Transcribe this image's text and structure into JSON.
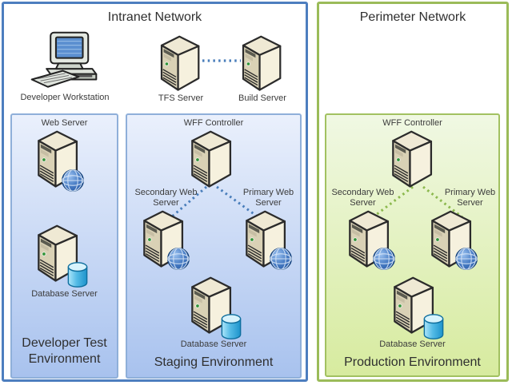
{
  "colors": {
    "intranet_border": "#4d7ebf",
    "perimeter_border": "#9bbb59",
    "blue_panel_top": "#eaf0fc",
    "blue_panel_bottom": "#a8c2ee",
    "blue_panel_border": "#8fafd9",
    "green_panel_top": "#f0f8e3",
    "green_panel_bottom": "#d7eb9f",
    "green_panel_border": "#a2c161",
    "connector_blue": "#4a7ebb",
    "connector_green": "#8cb94e",
    "text": "#3b3b3b"
  },
  "intranet": {
    "title": "Intranet Network",
    "workstation_label": "Developer Workstation",
    "tfs_label": "TFS Server",
    "build_label": "Build Server",
    "test_env": {
      "title": "Developer Test Environment",
      "web_label": "Web Server",
      "db_label": "Database Server"
    },
    "staging_env": {
      "title": "Staging Environment",
      "wff_label": "WFF Controller",
      "secondary_label": "Secondary Web Server",
      "primary_label": "Primary Web Server",
      "db_label": "Database Server"
    }
  },
  "perimeter": {
    "title": "Perimeter Network",
    "production_env": {
      "title": "Production Environment",
      "wff_label": "WFF Controller",
      "secondary_label": "Secondary Web Server",
      "primary_label": "Primary Web Server",
      "db_label": "Database Server"
    }
  }
}
